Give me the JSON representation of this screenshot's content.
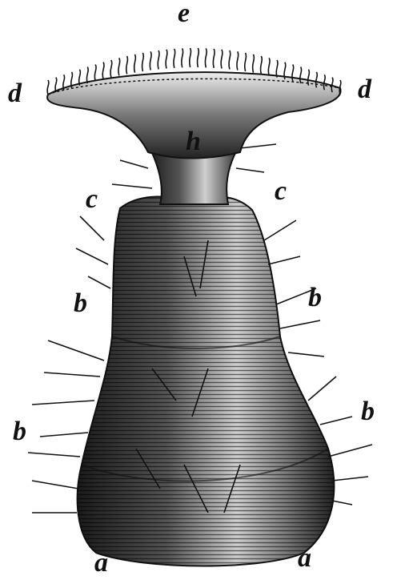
{
  "labels": {
    "e": "e",
    "d_left": "d",
    "d_right": "d",
    "h": "h",
    "c_left": "c",
    "c_right": "c",
    "b_left_upper": "b",
    "b_right_upper": "b",
    "b_left_lower": "b",
    "b_right_lower": "b",
    "a_left": "a",
    "a_right": "a"
  }
}
